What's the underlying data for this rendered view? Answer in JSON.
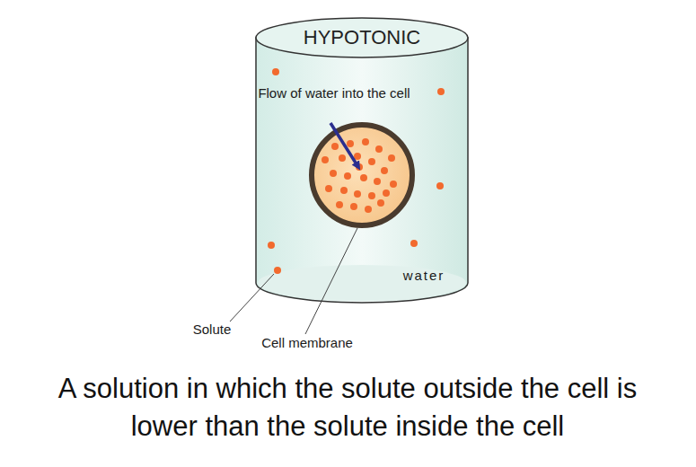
{
  "diagram": {
    "title": "HYPOTONIC",
    "caption": "A solution in which the solute outside the cell is lower than the solute inside the cell",
    "labels": [
      "Flow of water into the cell",
      "water",
      "Solute",
      "Cell membrane"
    ]
  }
}
